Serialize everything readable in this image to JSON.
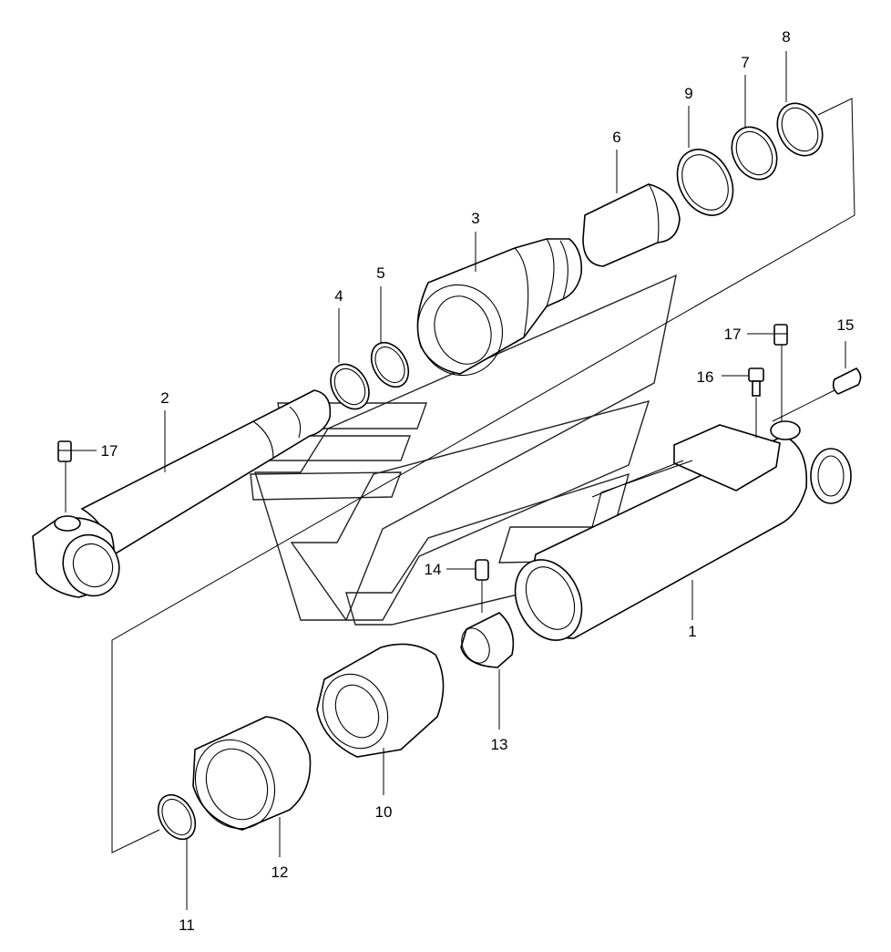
{
  "callouts": [
    {
      "id": "c1",
      "text": "1"
    },
    {
      "id": "c2",
      "text": "2"
    },
    {
      "id": "c3",
      "text": "3"
    },
    {
      "id": "c4",
      "text": "4"
    },
    {
      "id": "c5",
      "text": "5"
    },
    {
      "id": "c6",
      "text": "6"
    },
    {
      "id": "c7",
      "text": "7"
    },
    {
      "id": "c8",
      "text": "8"
    },
    {
      "id": "c9",
      "text": "9"
    },
    {
      "id": "c10",
      "text": "10"
    },
    {
      "id": "c11",
      "text": "11"
    },
    {
      "id": "c12",
      "text": "12"
    },
    {
      "id": "c13",
      "text": "13"
    },
    {
      "id": "c14",
      "text": "14"
    },
    {
      "id": "c15",
      "text": "15"
    },
    {
      "id": "c16",
      "text": "16"
    },
    {
      "id": "c17a",
      "text": "17"
    },
    {
      "id": "c17b",
      "text": "17"
    }
  ]
}
